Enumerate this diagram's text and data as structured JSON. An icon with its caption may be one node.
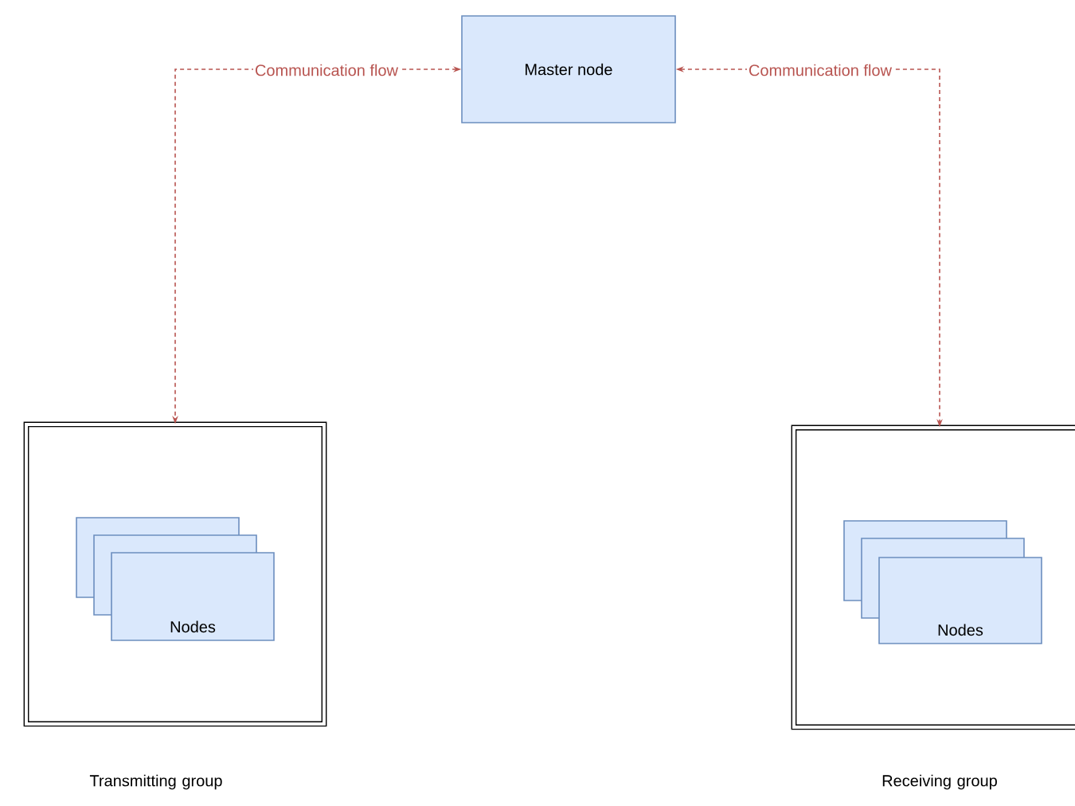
{
  "diagram": {
    "nodes": [
      {
        "text": [
          "Master node"
        ]
      },
      {
        "text": [],
        "shape": "box",
        "beside": [
          "Transmitting group"
        ]
      },
      {
        "text": [],
        "shape": "box",
        "in": 1
      },
      {
        "text": [],
        "shape": "box",
        "in": 1
      },
      {
        "text": [
          "Nodes"
        ],
        "in": 1
      },
      {
        "text": [],
        "shape": "box",
        "beside": [
          "Receiving group"
        ]
      },
      {
        "text": [],
        "shape": "box",
        "in": 5
      },
      {
        "text": [],
        "shape": "box",
        "in": 5
      },
      {
        "text": [
          "Nodes"
        ],
        "in": 5
      }
    ],
    "edges": [
      {
        "from": 0,
        "to": 1,
        "arrow": "both",
        "label": "Communication flow",
        "style": "dashed",
        "color": "#b85450"
      },
      {
        "from": 0,
        "to": 5,
        "arrow": "both",
        "label": "Communication flow",
        "style": "dashed",
        "color": "#b85450"
      }
    ]
  }
}
